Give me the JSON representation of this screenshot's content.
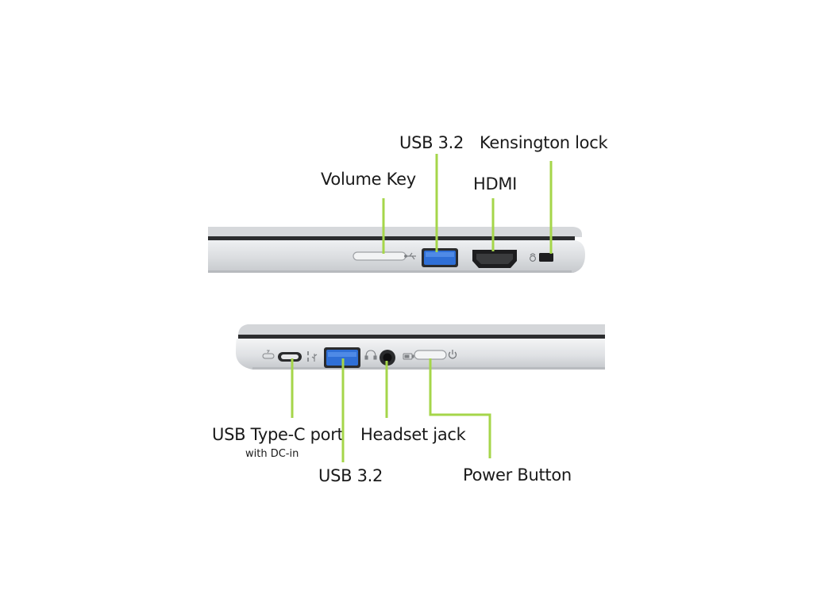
{
  "colors": {
    "leader": "#a5d64a",
    "usb_blue": "#2f6fd6",
    "body_silver": "#dcdee1",
    "body_shadow": "#b9bcc0",
    "port_dark": "#1d1d1f"
  },
  "top_side": {
    "labels": {
      "volume_key": "Volume Key",
      "usb_3_2": "USB 3.2",
      "hdmi": "HDMI",
      "kensington_lock": "Kensington lock"
    }
  },
  "bottom_side": {
    "labels": {
      "usb_type_c": "USB Type-C port",
      "usb_type_c_sub": "with DC-in",
      "usb_3_2": "USB 3.2",
      "headset_jack": "Headset jack",
      "power_button": "Power Button"
    }
  },
  "icons": [
    "usb-symbol-icon",
    "lock-symbol-icon",
    "usb-c-charge-symbol-icon",
    "headset-symbol-icon",
    "battery-symbol-icon",
    "power-symbol-icon"
  ]
}
